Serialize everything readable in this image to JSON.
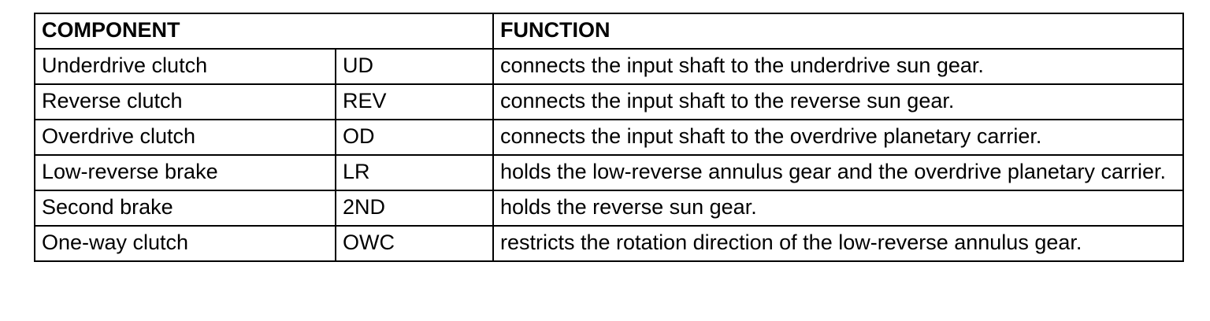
{
  "table": {
    "headers": {
      "component": "COMPONENT",
      "function": "FUNCTION"
    },
    "rows": [
      {
        "name": "Underdrive clutch",
        "abbr": "UD",
        "function": "connects the input shaft to the underdrive sun gear."
      },
      {
        "name": "Reverse clutch",
        "abbr": "REV",
        "function": "connects the input shaft to the reverse sun gear."
      },
      {
        "name": "Overdrive clutch",
        "abbr": "OD",
        "function": "connects the input shaft to the overdrive planetary carrier."
      },
      {
        "name": "Low-reverse brake",
        "abbr": "LR",
        "function": "holds the low-reverse annulus gear and the overdrive planetary carrier."
      },
      {
        "name": "Second brake",
        "abbr": "2ND",
        "function": "holds the reverse sun gear."
      },
      {
        "name": "One-way clutch",
        "abbr": "OWC",
        "function": "restricts the rotation direction of the low-reverse annulus gear."
      }
    ]
  }
}
